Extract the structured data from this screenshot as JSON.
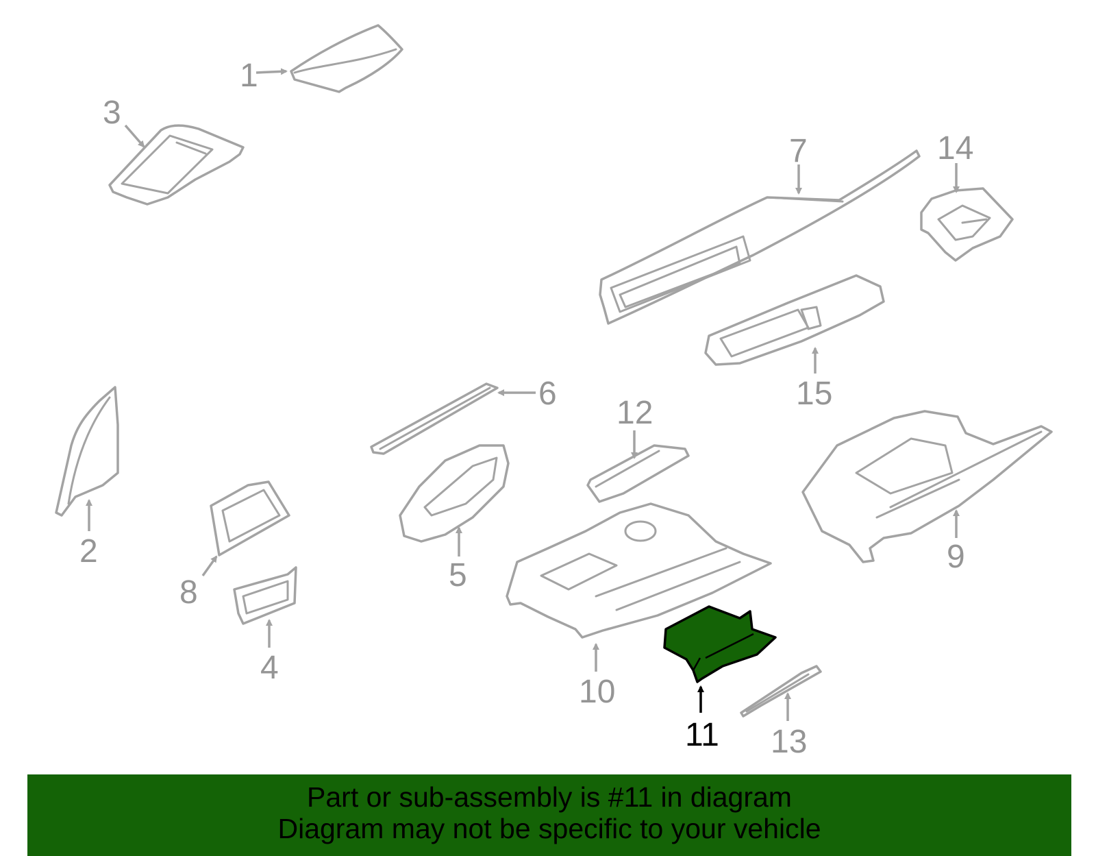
{
  "diagram": {
    "highlight_color": "#146306",
    "part_line_color": "#a3a3a3",
    "callouts": [
      {
        "id": "1",
        "label": "1"
      },
      {
        "id": "2",
        "label": "2"
      },
      {
        "id": "3",
        "label": "3"
      },
      {
        "id": "4",
        "label": "4"
      },
      {
        "id": "5",
        "label": "5"
      },
      {
        "id": "6",
        "label": "6"
      },
      {
        "id": "7",
        "label": "7"
      },
      {
        "id": "8",
        "label": "8"
      },
      {
        "id": "9",
        "label": "9"
      },
      {
        "id": "10",
        "label": "10"
      },
      {
        "id": "11",
        "label": "11",
        "highlighted": true
      },
      {
        "id": "12",
        "label": "12"
      },
      {
        "id": "13",
        "label": "13"
      },
      {
        "id": "14",
        "label": "14"
      },
      {
        "id": "15",
        "label": "15"
      }
    ]
  },
  "banner": {
    "line1": "Part or sub-assembly is #11 in diagram",
    "line2": "Diagram may not be specific to your vehicle",
    "background": "#146306"
  }
}
